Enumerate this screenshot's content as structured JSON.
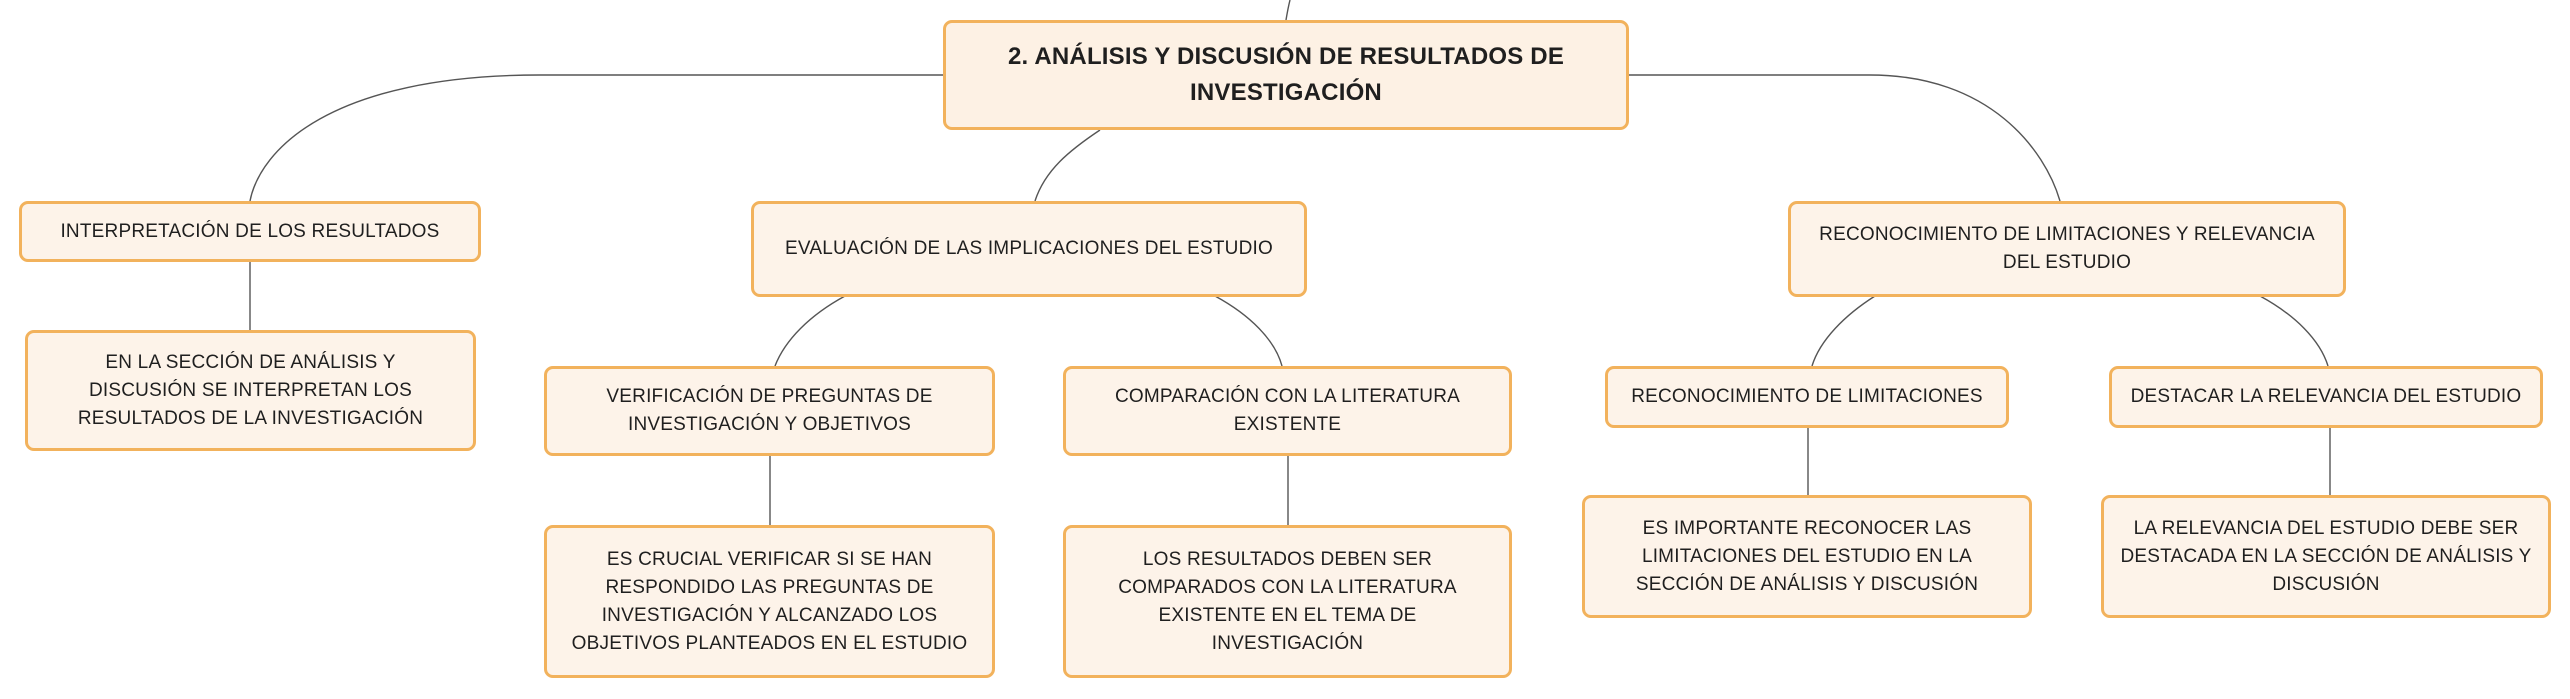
{
  "mindmap": {
    "root": {
      "label": "2. ANÁLISIS Y DISCUSIÓN DE RESULTADOS DE INVESTIGACIÓN"
    },
    "branches": {
      "interpretation": {
        "label": "INTERPRETACIÓN DE LOS RESULTADOS",
        "detail": "EN LA SECCIÓN DE ANÁLISIS Y DISCUSIÓN SE INTERPRETAN LOS RESULTADOS DE LA INVESTIGACIÓN"
      },
      "implications": {
        "label": "EVALUACIÓN DE LAS IMPLICACIONES DEL ESTUDIO",
        "verification": {
          "label": "VERIFICACIÓN DE PREGUNTAS DE INVESTIGACIÓN Y OBJETIVOS",
          "detail": "ES CRUCIAL VERIFICAR SI SE HAN RESPONDIDO LAS PREGUNTAS DE INVESTIGACIÓN Y ALCANZADO LOS OBJETIVOS PLANTEADOS EN EL ESTUDIO"
        },
        "comparison": {
          "label": "COMPARACIÓN CON LA LITERATURA EXISTENTE",
          "detail": "LOS RESULTADOS DEBEN SER COMPARADOS CON LA LITERATURA EXISTENTE EN EL TEMA DE INVESTIGACIÓN"
        }
      },
      "limitations_relevance": {
        "label": "RECONOCIMIENTO DE LIMITACIONES Y RELEVANCIA DEL ESTUDIO",
        "limitations": {
          "label": "RECONOCIMIENTO DE LIMITACIONES",
          "detail": "ES IMPORTANTE RECONOCER LAS LIMITACIONES DEL ESTUDIO EN LA SECCIÓN DE ANÁLISIS Y DISCUSIÓN"
        },
        "relevance": {
          "label": "DESTACAR LA RELEVANCIA DEL ESTUDIO",
          "detail": "LA RELEVANCIA DEL ESTUDIO DEBE SER DESTACADA EN LA SECCIÓN DE ANÁLISIS Y DISCUSIÓN"
        }
      }
    },
    "colors": {
      "node_fill": "#fdf3e9",
      "node_border": "#f2b25c",
      "connector": "#555555"
    }
  }
}
